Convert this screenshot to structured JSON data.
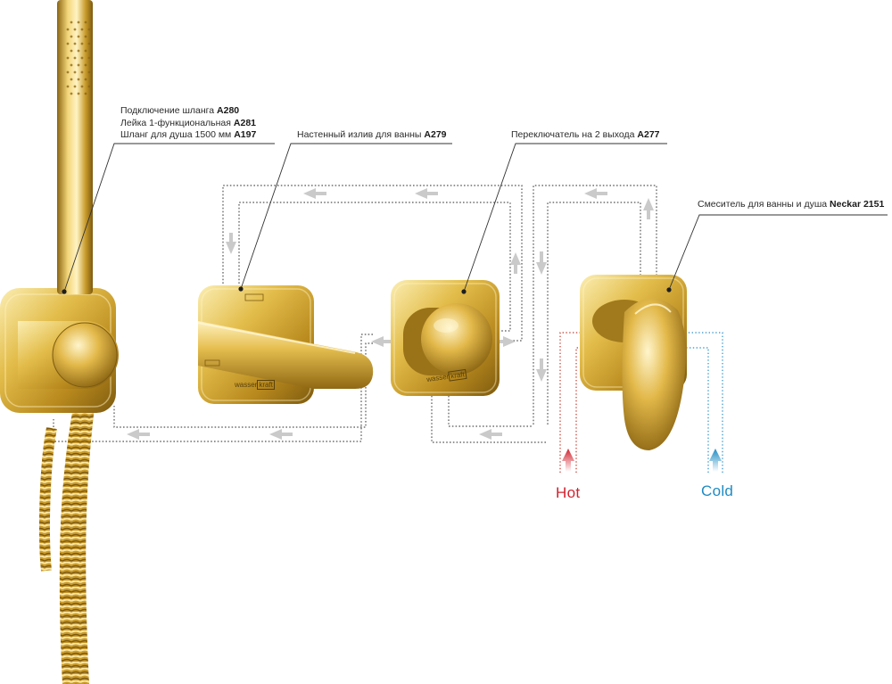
{
  "labels": {
    "hose": {
      "lines": [
        {
          "text": "Подключение шланга",
          "code": "A280"
        },
        {
          "text": "Лейка 1-функциональная",
          "code": "A281"
        },
        {
          "text": "Шланг для душа 1500 мм",
          "code": "A197"
        }
      ]
    },
    "spout": {
      "text": "Настенный излив для ванны",
      "code": "A279"
    },
    "switch": {
      "text": "Переключатель на 2 выхода",
      "code": "A277"
    },
    "mixer": {
      "text": "Смеситель для ванны и душа",
      "code": "Neckar 2151"
    }
  },
  "brand": {
    "wordmark_left": "wasser",
    "wordmark_boxed": "kraft"
  },
  "water": {
    "hot": {
      "label": "Hot",
      "color": "#d0222e"
    },
    "cold": {
      "label": "Cold",
      "color": "#1e8bc3"
    }
  },
  "colors": {
    "gold_light": "#f7e39a",
    "gold_mid": "#d4a82e",
    "gold_dark": "#8a6412",
    "pipe": "#4a4a4a",
    "arrow": "#c9c9c9"
  }
}
